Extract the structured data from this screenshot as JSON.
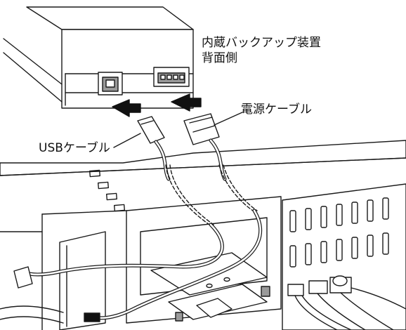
{
  "labels": {
    "drive_title_line1": "内蔵バックアップ装置",
    "drive_title_line2": "背面側",
    "power_cable": "電源ケーブル",
    "usb_cable": "USBケーブル"
  },
  "colors": {
    "stroke": "#1a1a1a",
    "arrow_fill": "#111111",
    "port_shade": "#9a9a9a",
    "background": "#ffffff"
  }
}
